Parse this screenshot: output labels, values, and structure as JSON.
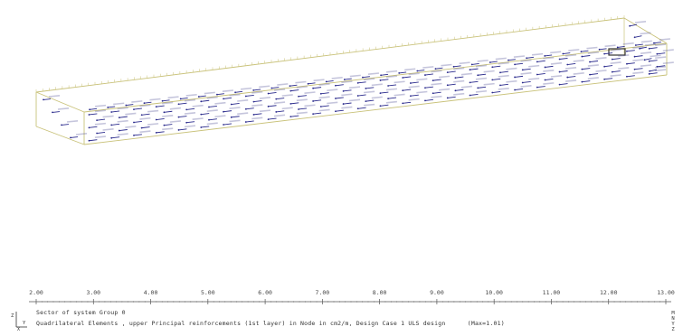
{
  "caption": {
    "line1": "Sector of system Group 0",
    "line2": "Quadrilateral Elements , upper Principal reinforcements (1st layer) in Node in cm2/m, Design Case 1 ULS design",
    "max": "(Max=1.01)"
  },
  "scale": {
    "ticks": [
      "2.00",
      "3.00",
      "4.00",
      "5.00",
      "6.00",
      "7.00",
      "8.00",
      "9.00",
      "10.00",
      "11.00",
      "12.00",
      "13.00"
    ]
  },
  "axis_triad": {
    "vertical": "Z",
    "horizontal": "Y",
    "origin": "X"
  },
  "side_letters": [
    "M",
    "N",
    "Y",
    "Z"
  ],
  "colors": {
    "frame": "#c9c27a",
    "vector": "#2a2a8c",
    "label": "#5a5a9a",
    "dark_frame": "#333333"
  }
}
